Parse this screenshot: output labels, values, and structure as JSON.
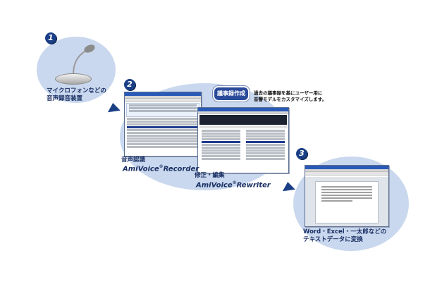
{
  "steps": [
    {
      "number": "1",
      "caption_line1": "マイクロフォンなどの",
      "caption_line2": "音声録音装置"
    },
    {
      "number": "2"
    },
    {
      "number": "3",
      "caption_line1": "Word・Excel・一太郎などの",
      "caption_line2": "テキストデータに変換"
    }
  ],
  "recorder": {
    "label": "音声認識",
    "product": "AmiVoice",
    "suffix": "Recorder"
  },
  "rewriter": {
    "label": "修正・編集",
    "product": "AmiVoice",
    "suffix": "Rewriter"
  },
  "registered_mark": "®",
  "badge": {
    "title": "議事録作成",
    "desc_line1": "過去の議事録を基にユーザー用に",
    "desc_line2": "音響モデルをカスタマイズします。"
  },
  "colors": {
    "accent": "#1a3f85",
    "blob": "#c9d8ee",
    "text": "#1a2f63"
  }
}
